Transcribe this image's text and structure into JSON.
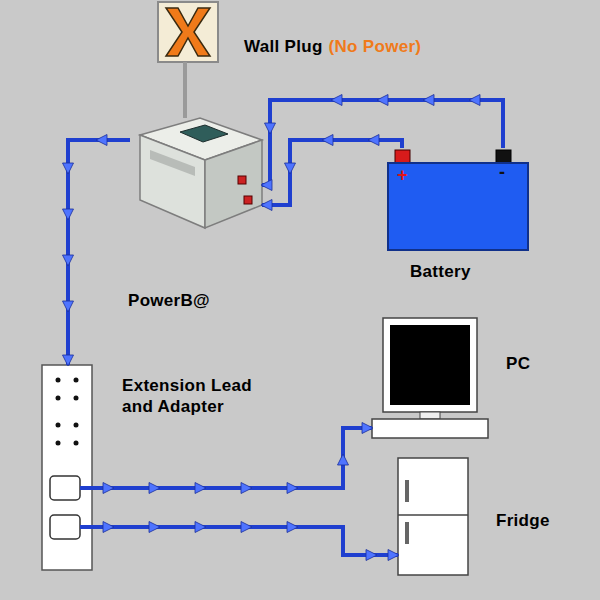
{
  "diagram": {
    "nodes": [
      {
        "text": [
          "Wall Plug",
          "(No Power)"
        ]
      },
      {
        "text": [
          "PowerB@"
        ]
      },
      {
        "text": [
          "Battery"
        ]
      },
      {
        "text": [
          "Extension Lead and Adapter"
        ]
      },
      {
        "text": [
          "PC"
        ]
      },
      {
        "text": [
          "Fridge"
        ]
      }
    ],
    "edges": [
      {
        "from": 0,
        "to": 1,
        "arrow": "none"
      },
      {
        "from": 1,
        "to": 3,
        "arrow": "to"
      },
      {
        "from": 2,
        "to": 1,
        "arrow": "to"
      },
      {
        "from": 2,
        "to": 1,
        "arrow": "to"
      },
      {
        "from": 3,
        "to": 4,
        "arrow": "to"
      },
      {
        "from": 3,
        "to": 5,
        "arrow": "to"
      }
    ],
    "labels": [
      "+",
      "-"
    ]
  }
}
